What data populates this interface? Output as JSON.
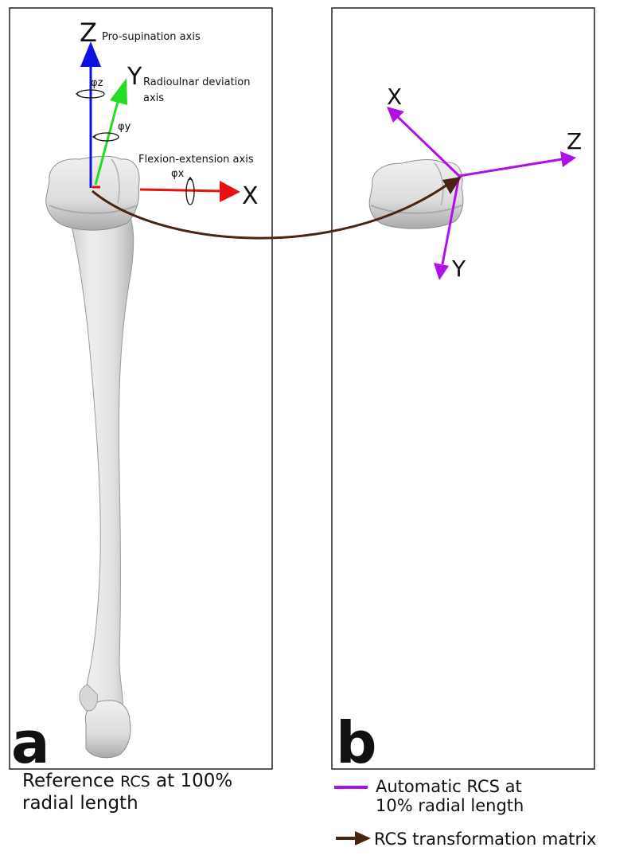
{
  "panels": [
    {
      "letter": "a"
    },
    {
      "letter": "b"
    }
  ],
  "panel_a": {
    "axes": {
      "z": {
        "letter": "Z",
        "desc": "Pro-supination axis",
        "rotation": "φz",
        "color": "#1010e0"
      },
      "y": {
        "letter": "Y",
        "desc_line1": "Radioulnar deviation",
        "desc_line2": "axis",
        "rotation": "φy",
        "color": "#22dd22"
      },
      "x": {
        "letter": "X",
        "desc": "Flexion-extension axis",
        "rotation": "φx",
        "color": "#e81010"
      }
    }
  },
  "panel_b": {
    "axes": {
      "x": {
        "letter": "X"
      },
      "y": {
        "letter": "Y"
      },
      "z": {
        "letter": "Z"
      }
    },
    "color": "#b010e8"
  },
  "transform_arrow_color": "#4a2410",
  "captions": {
    "a_line1_word": "Reference",
    "a_line1_rcs": "RCS",
    "a_line1_rest": "at 100%",
    "a_line2": "radial length"
  },
  "legend": {
    "automatic_line1": "Automatic RCS at",
    "automatic_line2": "10% radial length",
    "transform": "RCS transformation matrix"
  }
}
